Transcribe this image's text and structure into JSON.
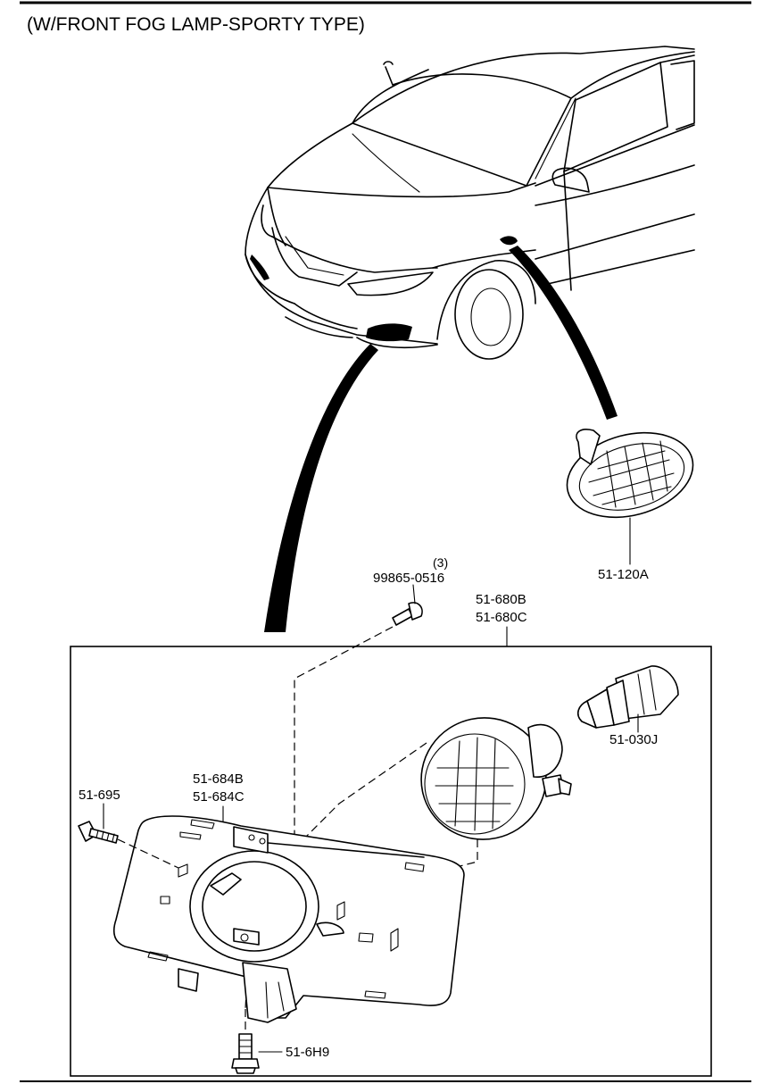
{
  "title": "(W/FRONT FOG LAMP-SPORTY TYPE)",
  "parts": {
    "side_marker": "51-120A",
    "screw_number": "99865-0516",
    "screw_qty": "(3)",
    "fog_lamp_a": "51-680B",
    "fog_lamp_b": "51-680C",
    "bulb": "51-030J",
    "bracket_a": "51-684B",
    "bracket_b": "51-684C",
    "bolt": "51-695",
    "nut_bolt": "51-6H9"
  }
}
